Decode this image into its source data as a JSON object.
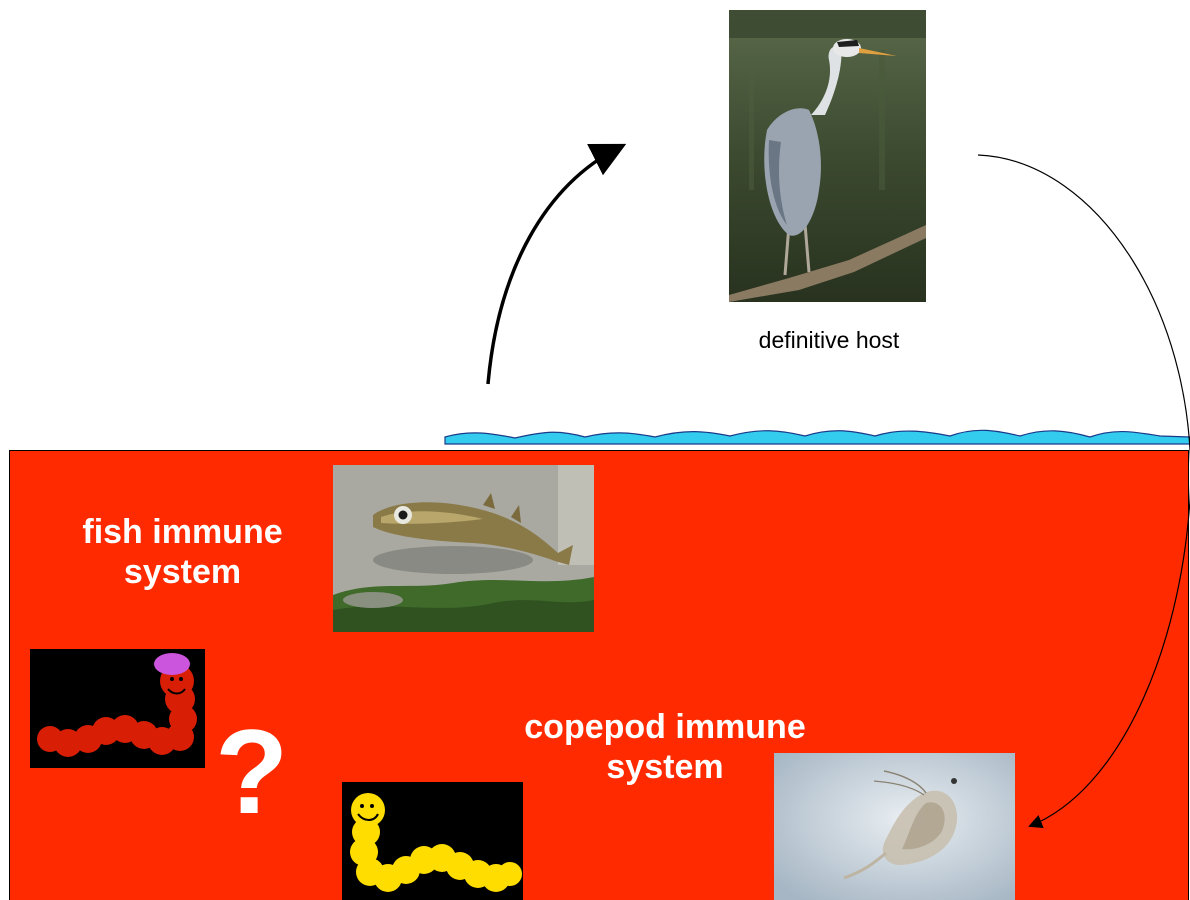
{
  "labels": {
    "definitive_host": "definitive host",
    "fish_immune_system": "fish immune system",
    "copepod_immune_system": "copepod immune system",
    "question_mark": "?"
  },
  "colors": {
    "background": "#ffffff",
    "body_region": "#ff2a00",
    "water_surface": "#33ccee",
    "worm_red": "#d81e05",
    "worm_yellow": "#ffdd00",
    "cap": "#cc55dd"
  },
  "icons": [
    "heron-photo",
    "stickleback-fish-photo",
    "copepod-photo",
    "red-worm-cartoon",
    "yellow-worm-cartoon",
    "water-surface-wave",
    "arrow-to-host",
    "arrow-to-copepod"
  ]
}
